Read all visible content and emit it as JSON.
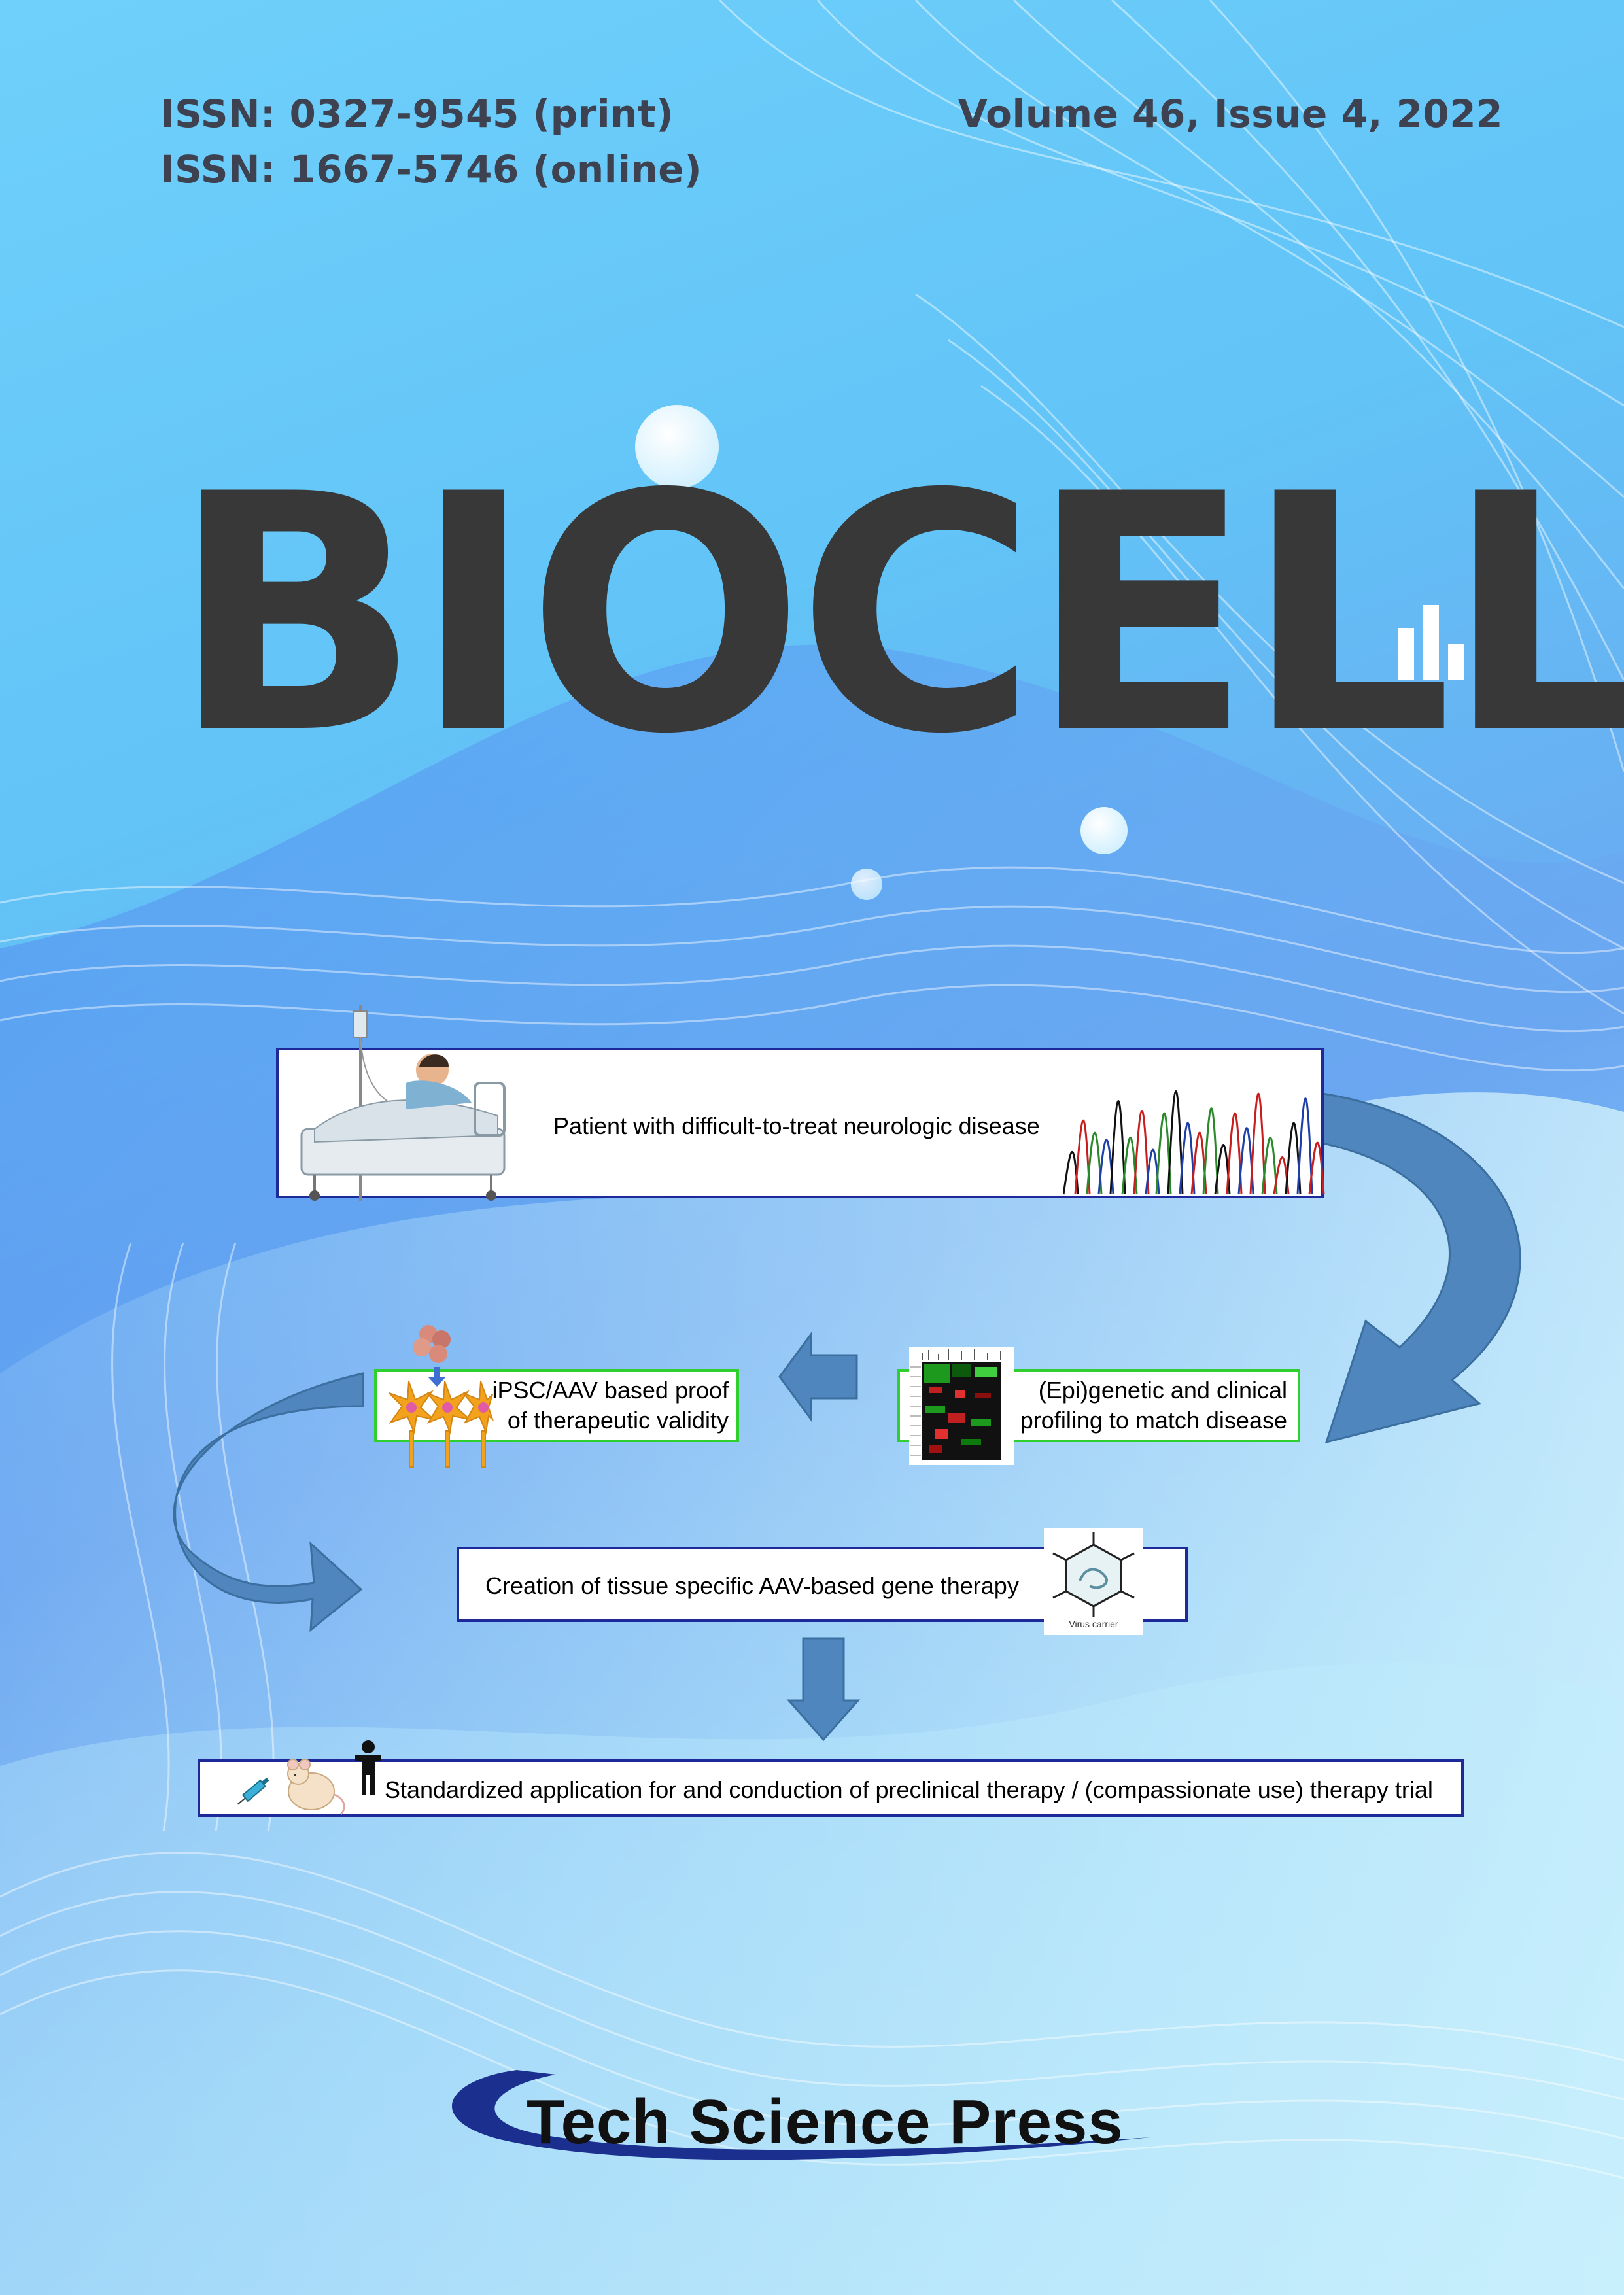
{
  "header": {
    "issn_print": "ISSN: 0327-9545 (print)",
    "issn_online": "ISSN: 1667-5746 (online)",
    "volume": "Volume 46, Issue 4, 2022"
  },
  "journal_title": "BIOCELL",
  "workflow": {
    "patient": "Patient with difficult-to-treat neurologic disease",
    "ipsc_line1": "iPSC/AAV based proof",
    "ipsc_line2": "of therapeutic validity",
    "profiling_line1": "(Epi)genetic and clinical",
    "profiling_line2": "profiling to match disease",
    "creation": "Creation of tissue specific AAV-based gene therapy",
    "virus_label": "Virus carrier",
    "application": "Standardized application for and conduction of preclinical therapy / (compassionate use) therapy trial"
  },
  "publisher": "Tech Science Press",
  "colors": {
    "background": "#6fc6f6",
    "title": "#383838",
    "box_border_blue": "#1e2a9a",
    "box_border_green": "#2fcf2f",
    "arrow": "#4f86bd"
  }
}
